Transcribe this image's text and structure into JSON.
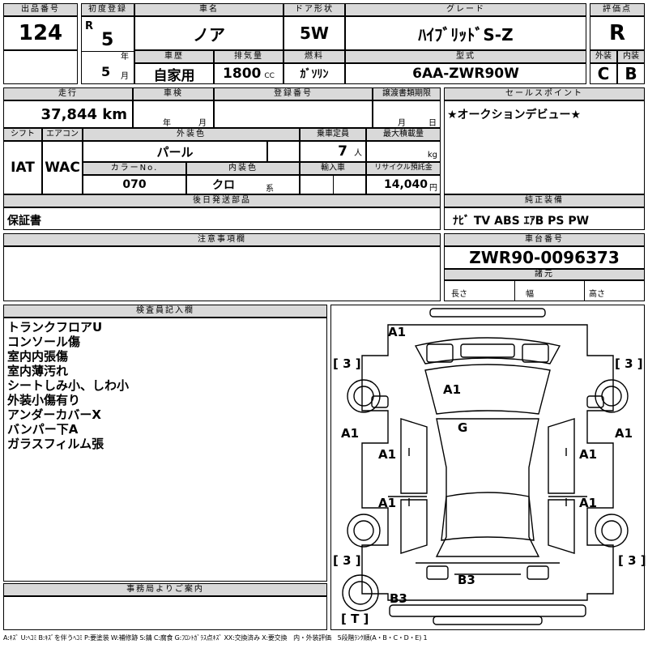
{
  "header": {
    "lot_label": "出品番号",
    "lot": "124",
    "reg_label": "初度登録",
    "era": "R",
    "year": "5",
    "year_unit": "年",
    "month": "5",
    "month_unit": "月",
    "name_label": "車名",
    "name": "ノア",
    "door_label": "ドア形状",
    "door": "5W",
    "grade_label": "グレード",
    "grade": "ﾊｲﾌﾞﾘｯﾄﾞS-Z",
    "score_label": "評価点",
    "score": "R",
    "history_label": "車歴",
    "history": "自家用",
    "displacement_label": "排気量",
    "displacement": "1800",
    "displacement_unit": "CC",
    "fuel_label": "燃料",
    "fuel": "ｶﾞｿﾘﾝ",
    "model_label": "型式",
    "model": "6AA-ZWR90W",
    "ext_label": "外装",
    "ext": "C",
    "int_label": "内装",
    "int": "B"
  },
  "details": {
    "mileage_label": "走行",
    "mileage": "37,844 km",
    "inspection_label": "車検",
    "year_unit": "年",
    "month_unit": "月",
    "day_unit": "日",
    "plate_label": "登録番号",
    "transfer_label": "譲渡書類期限",
    "shift_label": "シフト",
    "shift": "IAT",
    "ac_label": "エアコン",
    "ac": "WAC",
    "color_label": "外装色",
    "color": "パール",
    "capacity_label": "乗車定員",
    "capacity": "7",
    "capacity_unit": "人",
    "load_label": "最大積載量",
    "load_unit": "kg",
    "color_no_label": "カラーNo.",
    "color_no": "070",
    "int_color_label": "内装色",
    "int_color": "クロ",
    "int_color_unit": "系",
    "import_label": "輸入車",
    "recycle_label": "リサイクル預託金",
    "recycle": "14,040",
    "recycle_unit": "円",
    "later_label": "後日発送部品",
    "later": "保証書",
    "notes_label": "注意事項欄"
  },
  "right": {
    "sales_label": "セールスポイント",
    "sales": "★オークションデビュー★",
    "equip_label": "純正装備",
    "equip": "ﾅﾋﾞ TV ABS ｴｱB PS PW",
    "chassis_label": "車台番号",
    "chassis": "ZWR90-0096373",
    "dims_label": "諸元",
    "length_label": "長さ",
    "width_label": "幅",
    "height_label": "高さ"
  },
  "inspector": {
    "label": "検査員記入欄",
    "notes": [
      "トランクフロアU",
      "コンソール傷",
      "室内内張傷",
      "室内薄汚れ",
      "シートしみ小、しわ小",
      "外装小傷有り",
      "アンダーカバーX",
      "バンパー下A",
      "ガラスフィルム張"
    ]
  },
  "office_label": "事務局よりご案内",
  "diagram": {
    "tire_marks": [
      "[ 3 ]",
      "[ 3 ]",
      "[ 3 ]",
      "[ 3 ]",
      "[ T ]"
    ],
    "damage": [
      "A1",
      "A1",
      "G",
      "A1",
      "A1",
      "A1",
      "A1",
      "A1",
      "A1",
      "B3",
      "B3"
    ]
  },
  "legend": "A:ｷｽﾞ U:ﾍｺﾐ B:ｷｽﾞを伴うﾍｺﾐ P:要塗装 W:補修跡 S:錆 C:腐食 G:ﾌﾛﾝﾄｶﾞﾗｽ点ｷｽﾞ XX:交換済み X:要交換　内・外装評価　5段階ﾗﾝｸ順(A・B・C・D・E) 1"
}
